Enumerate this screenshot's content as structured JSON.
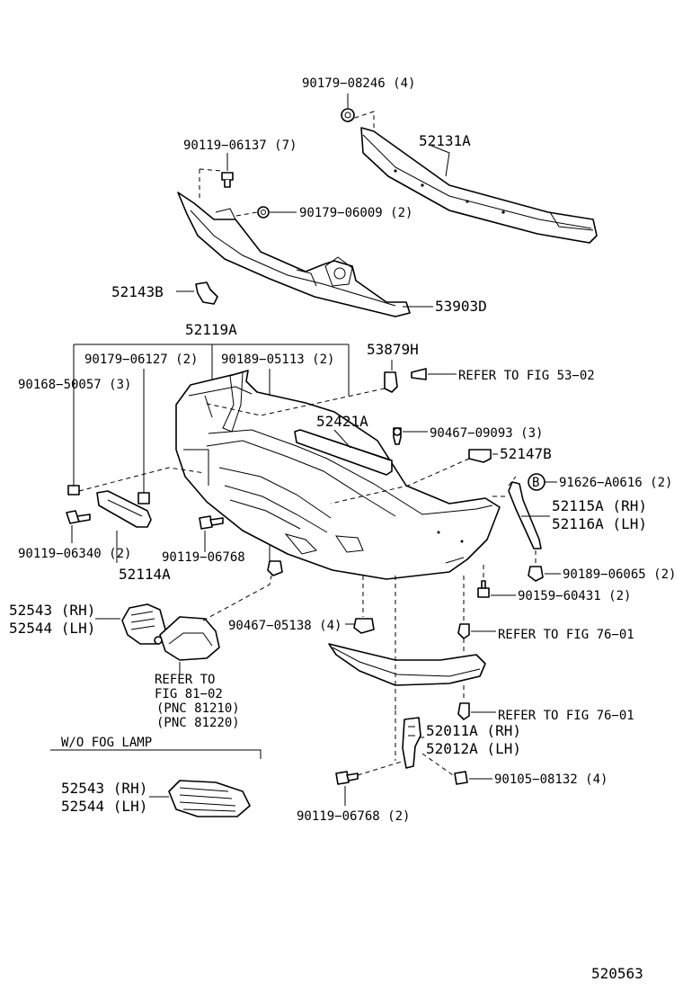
{
  "labels": {
    "p90179_08246": "90179−08246 (4)",
    "p52131a": "52131A",
    "p90119_06137": "90119−06137 (7)",
    "p90179_06009": "90179−06009 (2)",
    "p52143b": "52143B",
    "p53903d": "53903D",
    "p52119a": "52119A",
    "p90179_06127": "90179−06127 (2)",
    "p90189_05113": "90189−05113 (2)",
    "p53879h": "53879H",
    "p90168_50057": "90168−50057 (3)",
    "refer_53_02": "REFER TO FIG 53−02",
    "p52421a": "52421A",
    "p90467_09093": "90467−09093 (3)",
    "p52147b": "52147B",
    "circle_b": "B",
    "p91626_a0616": "91626−A0616 (2)",
    "p52115a": "52115A (RH)",
    "p52116a": "52116A (LH)",
    "p90119_06340": "90119−06340 (2)",
    "p90119_06768_a": "90119−06768",
    "p52114a": "52114A",
    "p90189_06065": "90189−06065 (2)",
    "p90159_60431": "90159−60431 (2)",
    "p52543_rh_a": "52543 (RH)",
    "p52544_lh_a": "52544 (LH)",
    "p90467_05138": "90467−05138 (4)",
    "refer_76_01_a": "REFER TO FIG 76−01",
    "refer_to": "REFER TO",
    "fig_81_02": "FIG 81−02",
    "pnc_81210": "(PNC 81210)",
    "pnc_81220": "(PNC 81220)",
    "refer_76_01_b": "REFER TO FIG 76−01",
    "wo_fog_lamp": "W/O FOG LAMP",
    "p52011a": "52011A (RH)",
    "p52012a": "52012A (LH)",
    "p90105_08132": "90105−08132 (4)",
    "p52543_rh_b": "52543 (RH)",
    "p52544_lh_b": "52544 (LH)",
    "p90119_06768_b": "90119−06768 (2)",
    "diagram_number": "520563"
  }
}
